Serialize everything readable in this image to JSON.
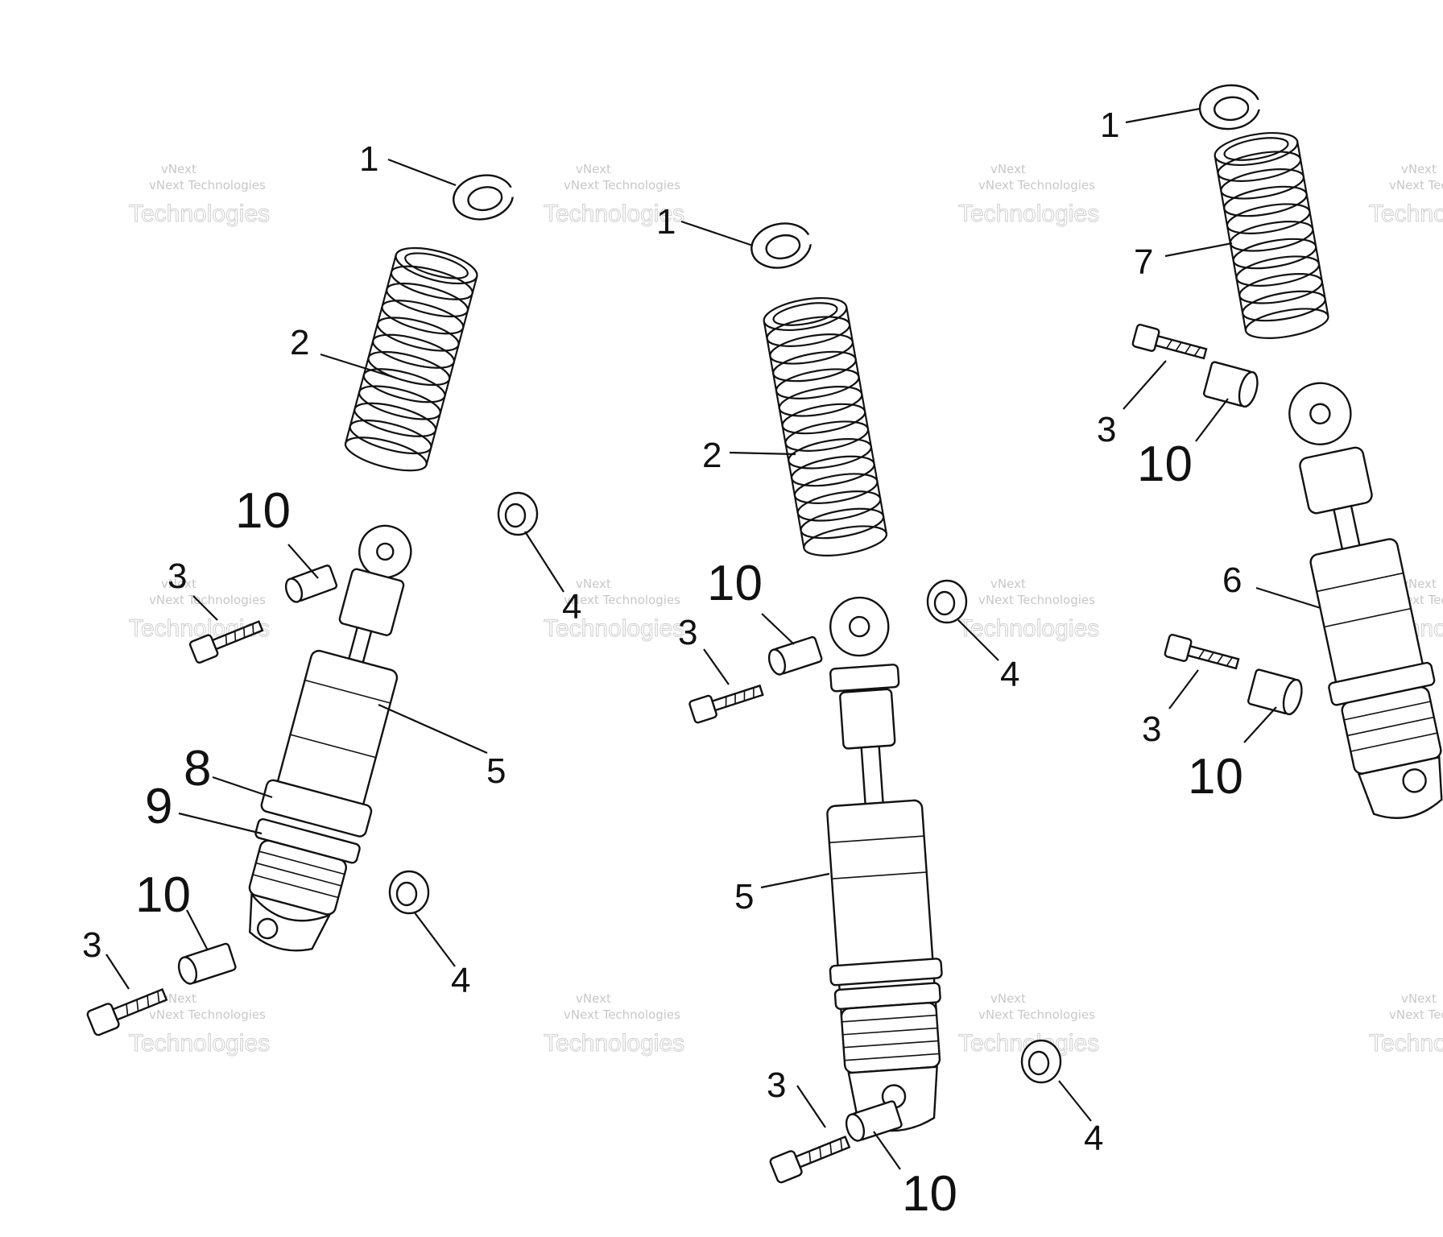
{
  "watermark": {
    "line1": "vNext",
    "line2": "vNext Technologies",
    "line3": "Technologies"
  },
  "callouts": {
    "c1a": "1",
    "c1b": "1",
    "c1c": "1",
    "c2a": "2",
    "c2b": "2",
    "c3a": "3",
    "c3b": "3",
    "c3c": "3",
    "c3d": "3",
    "c3e": "3",
    "c3f": "3",
    "c4a": "4",
    "c4b": "4",
    "c4c": "4",
    "c4d": "4",
    "c5a": "5",
    "c5b": "5",
    "c6": "6",
    "c7": "7",
    "c8": "8",
    "c9": "9",
    "c10a": "10",
    "c10b": "10",
    "c10c": "10",
    "c10d": "10",
    "c10e": "10",
    "c10f": "10"
  }
}
